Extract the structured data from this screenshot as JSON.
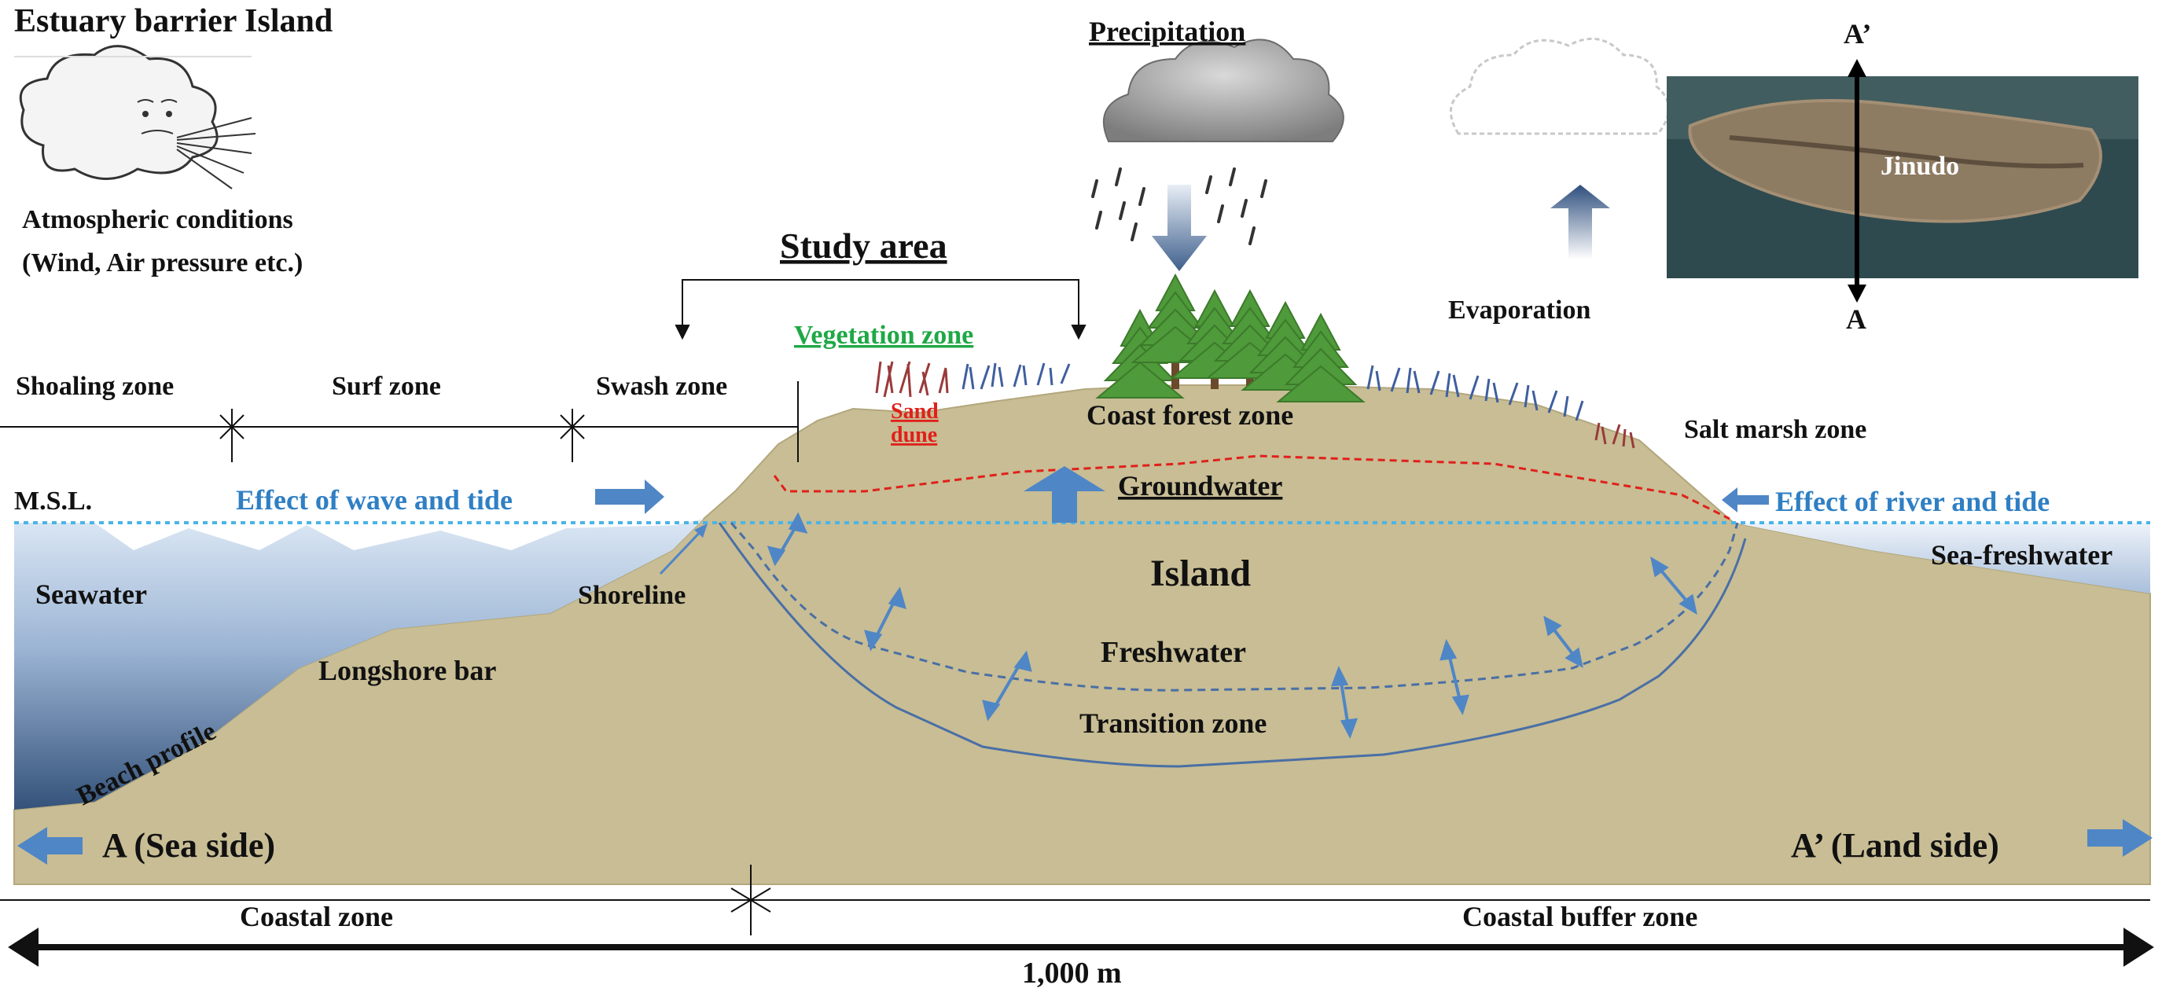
{
  "title": "Estuary barrier Island",
  "atmosphere": {
    "label_line1": "Atmospheric conditions",
    "label_line2": "(Wind, Air pressure etc.)",
    "wind_cloud_icon": "wind-cloud-icon"
  },
  "precipitation": {
    "label": "Precipitation",
    "cloud_icon": "rain-cloud-icon"
  },
  "evaporation": {
    "label": "Evaporation",
    "cloud_icon": "evaporation-cloud-icon"
  },
  "study_area": {
    "label": "Study area"
  },
  "inset_map": {
    "label": "Jinudo",
    "top_marker": "A’",
    "bottom_marker": "A"
  },
  "zones": {
    "shoaling": "Shoaling zone",
    "surf": "Surf zone",
    "swash": "Swash zone",
    "vegetation": "Vegetation zone",
    "sand_dune_line1": "Sand",
    "sand_dune_line2": "dune",
    "coast_forest": "Coast forest zone",
    "salt_marsh": "Salt marsh zone",
    "transition": "Transition zone",
    "coastal": "Coastal zone",
    "coastal_buffer": "Coastal buffer zone"
  },
  "water": {
    "msl": "M.S.L.",
    "wave_tide": "Effect of wave and tide",
    "river_tide": "Effect of river and tide",
    "seawater": "Seawater",
    "sea_freshwater": "Sea-freshwater",
    "groundwater": "Groundwater",
    "freshwater": "Freshwater"
  },
  "features": {
    "island": "Island",
    "shoreline": "Shoreline",
    "longshore_bar": "Longshore bar",
    "beach_profile": "Beach profile"
  },
  "directions": {
    "sea_side": "A (Sea side)",
    "land_side": "A’ (Land side)"
  },
  "scale": {
    "label": "1,000 m"
  },
  "colors": {
    "sand": "#c8bd94",
    "sea_light": "#dbe7f4",
    "sea_dark": "#34527a",
    "arrow_blue": "#4f86c6",
    "label_blue": "#2f7fc4",
    "dune_red": "#e0201b",
    "vegetation_green": "#1fa846",
    "tree_green": "#4f9a3a"
  }
}
